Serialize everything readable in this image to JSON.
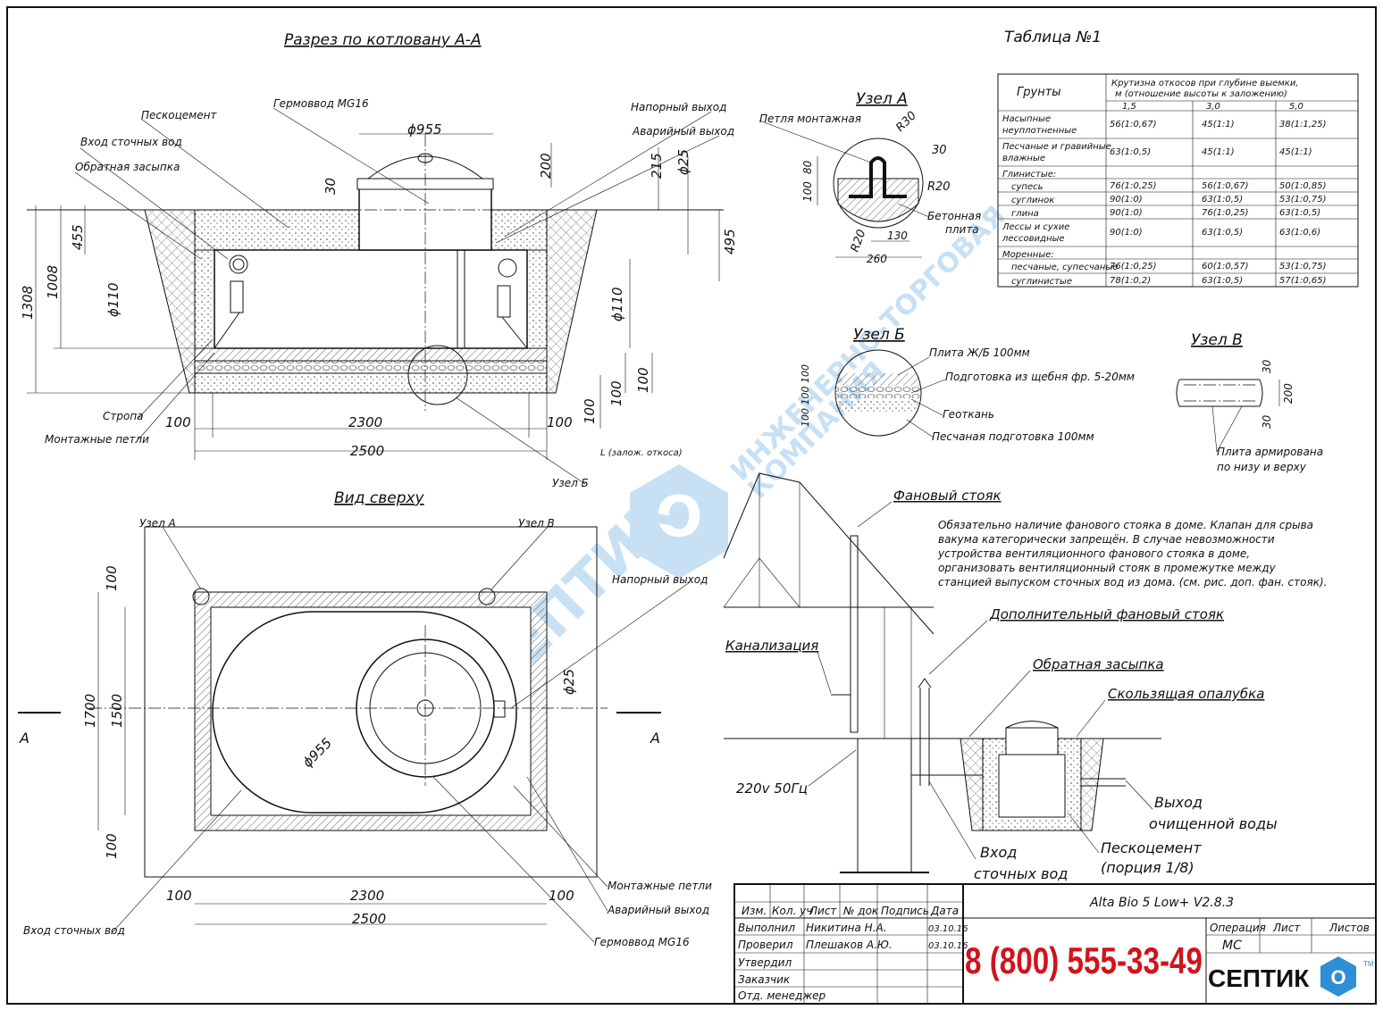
{
  "section": {
    "title": "Разрез по котловану А-А",
    "labels": {
      "peskocement": "Пескоцемент",
      "vhod": "Вход сточных вод",
      "zasypka": "Обратная засыпка",
      "germovvod": "Гермоввод MG16",
      "napor": "Напорный выход",
      "avar": "Аварийный выход",
      "stropa": "Стропа",
      "petli": "Монтажные петли",
      "uzelB": "Узел Б"
    },
    "dims": {
      "d955": "ϕ955",
      "d25": "ϕ25",
      "d110a": "ϕ110",
      "d110b": "ϕ110",
      "v200": "200",
      "v215": "215",
      "v495": "495",
      "v30": "30",
      "v455": "455",
      "v1008": "1008",
      "v1308": "1308",
      "v100a": "100",
      "v100b": "100",
      "v100c": "100",
      "h100l": "100",
      "h100r": "100",
      "h2300": "2300",
      "h2500": "2500",
      "slope": "L (залож. откоса)"
    }
  },
  "top": {
    "title": "Вид сверху",
    "labels": {
      "uzelA": "Узел А",
      "uzelV": "Узел В",
      "napor": "Напорный выход",
      "petli": "Монтажные петли",
      "avar": "Аварийный выход",
      "germovvod": "Гермоввод MG16",
      "vhod": "Вход сточных вод",
      "A_left": "А",
      "A_right": "А"
    },
    "dims": {
      "v100t": "100",
      "v100b": "100",
      "v1700": "1700",
      "v1500": "1500",
      "d25": "ϕ25",
      "d955": "ϕ955",
      "h100l": "100",
      "h100r": "100",
      "h2300": "2300",
      "h2500": "2500"
    }
  },
  "nodeA": {
    "title": "Узел А",
    "petlya": "Петля монтажная",
    "beton": "Бетонная",
    "beton2": "плита",
    "r30": "R30",
    "r20a": "R20",
    "r20b": "R20",
    "d30": "30",
    "d80": "80",
    "d100": "100",
    "d130": "130",
    "d260": "260"
  },
  "nodeB": {
    "title": "Узел Б",
    "l1": "Плита Ж/Б 100мм",
    "l2": "Подготовка из щебня фр. 5-20мм",
    "l3": "Геоткань",
    "l4": "Песчаная подготовка 100мм",
    "dims": "100 100 100"
  },
  "nodeV": {
    "title": "Узел В",
    "d30a": "30",
    "d200": "200",
    "d30b": "30",
    "l1": "Плита армирована",
    "l2": "по низу и верху"
  },
  "table": {
    "title": "Таблица №1",
    "col0": "Грунты",
    "hdr1": "Крутизна откосов при глубине выемки,",
    "hdr2": "м (отношение высоты к заложению)",
    "depths": [
      "1,5",
      "3,0",
      "5,0"
    ],
    "rows": [
      {
        "name": "Насыпные\nнеуплотненные",
        "v": [
          "56(1:0,67)",
          "45(1:1)",
          "38(1:1,25)"
        ]
      },
      {
        "name": "Песчаные и гравийные\nвлажные",
        "v": [
          "63(1:0,5)",
          "45(1:1)",
          "45(1:1)"
        ]
      },
      {
        "name": "Глинистые:",
        "v": [
          "",
          "",
          ""
        ]
      },
      {
        "name": "  супесь",
        "v": [
          "76(1:0,25)",
          "56(1:0,67)",
          "50(1:0,85)"
        ]
      },
      {
        "name": "  суглинок",
        "v": [
          "90(1:0)",
          "63(1:0,5)",
          "53(1:0,75)"
        ]
      },
      {
        "name": "  глина",
        "v": [
          "90(1:0)",
          "76(1:0,25)",
          "63(1:0,5)"
        ]
      },
      {
        "name": "Лессы и сухие\nлессовидные",
        "v": [
          "90(1:0)",
          "63(1:0,5)",
          "63(1:0,6)"
        ]
      },
      {
        "name": "Моренные:",
        "v": [
          "",
          "",
          ""
        ]
      },
      {
        "name": "  песчаные, супесчаные",
        "v": [
          "76(1:0,25)",
          "60(1:0,57)",
          "53(1:0,75)"
        ]
      },
      {
        "name": "  суглинистые",
        "v": [
          "78(1:0,2)",
          "63(1:0,5)",
          "57(1:0,65)"
        ]
      }
    ]
  },
  "scheme": {
    "fan": "Фановый стояк",
    "note": [
      "Обязательно наличие фанового стояка в доме. Клапан для срыва",
      "вакума категорически запрещён. В случае невозможности",
      "устройства вентиляционного фанового стояка в доме,",
      "организовать вентиляционный стояк в промежутке между",
      "станцией выпуском сточных вод из дома. (см. рис. доп. фан. стояк)."
    ],
    "dopfan": "Дополнительный фановый стояк",
    "kanal": "Канализация",
    "zasypka": "Обратная засыпка",
    "opalubka": "Скользящая опалубка",
    "power": "220v 50Гц",
    "vyhod1": "Выход",
    "vyhod2": "очищенной воды",
    "vhod1": "Вход",
    "vhod2": "сточных вод",
    "pesk1": "Пескоцемент",
    "pesk2": "(порция 1/8)"
  },
  "stamp": {
    "izm": "Изм.",
    "kol": "Кол. уч",
    "list": "Лист",
    "ndok": "№ док",
    "podp": "Подпись",
    "data": "Дата",
    "r1": "Выполнил",
    "r1n": "Никитина Н.А.",
    "r1d": "03.10.16",
    "r2": "Проверил",
    "r2n": "Плешаков А.Ю.",
    "r2d": "03.10.16",
    "r3": "Утвердил",
    "r4": "Заказчик",
    "r5": "Отд. менеджер",
    "product": "Alta Bio 5 Low+ V2.8.3",
    "phone": "8 (800) 555-33-49",
    "oper": "Операция",
    "list2": "Лист",
    "listov": "Листов",
    "mc": "МС",
    "brand": "СЕПТИК",
    "brand_o": "О",
    "tm": "TM"
  },
  "watermark": {
    "brand": "СЕПТИК",
    "line1": "ИНЖЕНЕРНО-ТОРГОВАЯ",
    "line2": "КОМПАНИЯ"
  },
  "colors": {
    "phone": "#d0141e",
    "brand_blue": "#2e8fd6",
    "watermark": "#9cc6ea"
  }
}
